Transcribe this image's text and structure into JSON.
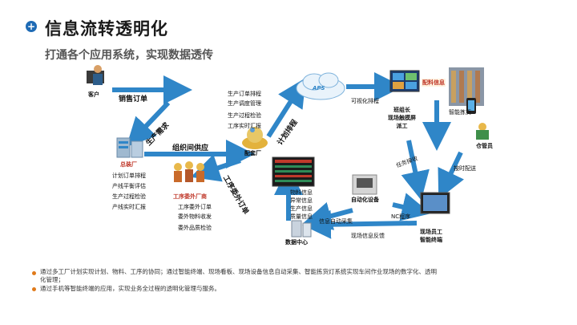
{
  "header": {
    "title": "信息流转透明化",
    "subtitle": "打通各个应用系统，实现数据透传"
  },
  "nodes": {
    "customer": "客户",
    "factory": "总装厂",
    "factory_items": [
      "计划订单排程",
      "产线平衡评估",
      "生产过程检验",
      "产线实时汇报"
    ],
    "outsource": "工序委外厂商",
    "outsource_items": [
      "工序委外订单",
      "委外物料收发",
      "委外品质检验"
    ],
    "supplier": "配套厂",
    "supplier_items": [
      "生产订单排程",
      "生产调度管理",
      "生产过程检验",
      "工序实时汇报"
    ],
    "aps": "APS",
    "board": "班组长\n现场触摸屏\n派工",
    "material_tag": "配料信息",
    "smart_pick": "智能拣货",
    "warehouse": "仓管员",
    "worker": "现场员工\n智能终端",
    "auto_device": "自动化设备",
    "data_center": "数据中心",
    "data_items": [
      "物料信息",
      "异常信息",
      "生产信息",
      "质量信息"
    ]
  },
  "flows": {
    "sales_order": "销售订单",
    "production_request": "生产需求",
    "org_supply": "组织间供应",
    "process_outsource": "工序委外订单",
    "plan_dispatch": "计划排程",
    "visual_schedule": "可视化排程",
    "task_receive": "任务接收",
    "timely_delivery": "按时配送",
    "nc_program": "NC程序",
    "info_auto": "信息自动采集",
    "field_feedback": "现场信息反馈"
  },
  "footer": {
    "line1": "通过多工厂计划实现计划、物料、工序的协同；通过智能终端、现场看板、现场设备信息自动采集、智能拣货灯系统实现车间作业现场的数字化、透明化管理；",
    "line2": "通过手机等智能终端的应用，实现业务全过程的透明化管理与服务。"
  },
  "colors": {
    "arrow": "#2f86c8",
    "accent": "#1f6bb5",
    "bullet": "#e07a1a"
  }
}
